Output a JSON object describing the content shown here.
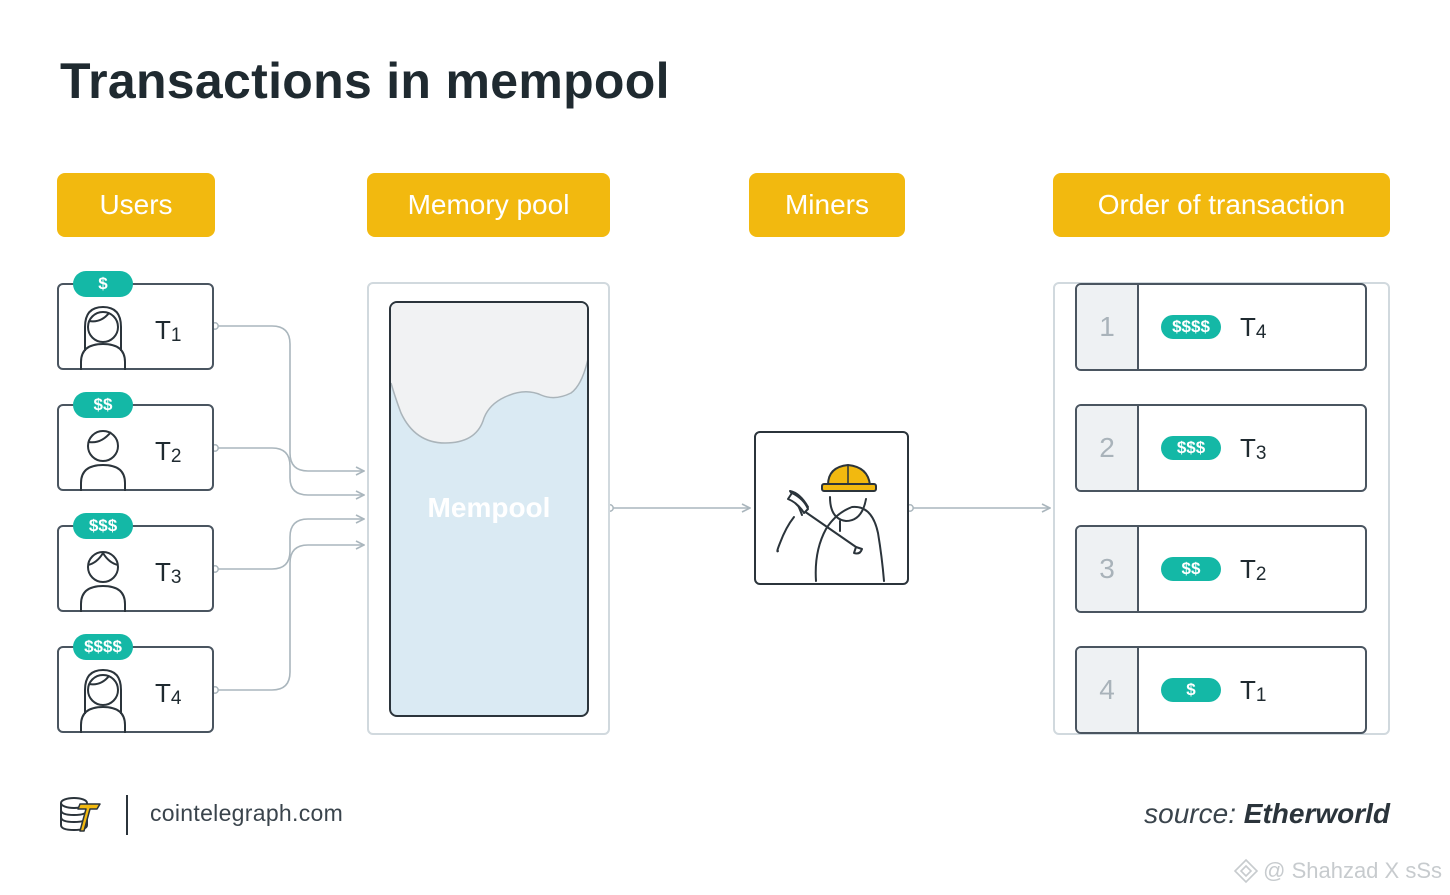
{
  "title": "Transactions in mempool",
  "headers": {
    "users": "Users",
    "memory_pool": "Memory pool",
    "miners": "Miners",
    "order": "Order of transaction"
  },
  "users": [
    {
      "fee": "$",
      "tx": "T",
      "idx": "1"
    },
    {
      "fee": "$$",
      "tx": "T",
      "idx": "2"
    },
    {
      "fee": "$$$",
      "tx": "T",
      "idx": "3"
    },
    {
      "fee": "$$$$",
      "tx": "T",
      "idx": "4"
    }
  ],
  "mempool_label": "Mempool",
  "order": [
    {
      "num": "1",
      "fee": "$$$$",
      "tx": "T",
      "idx": "4"
    },
    {
      "num": "2",
      "fee": "$$$",
      "tx": "T",
      "idx": "3"
    },
    {
      "num": "3",
      "fee": "$$",
      "tx": "T",
      "idx": "2"
    },
    {
      "num": "4",
      "fee": "$",
      "tx": "T",
      "idx": "1"
    }
  ],
  "footer": {
    "site": "cointelegraph.com",
    "source_prefix": "source:",
    "source_name": "Etherworld",
    "watermark": "@ Shahzad X sSs"
  },
  "colors": {
    "header_bg": "#f2b90f",
    "fee_badge": "#14b8a6",
    "mempool_fill": "#daeaf3",
    "connector": "#aab6bd"
  }
}
